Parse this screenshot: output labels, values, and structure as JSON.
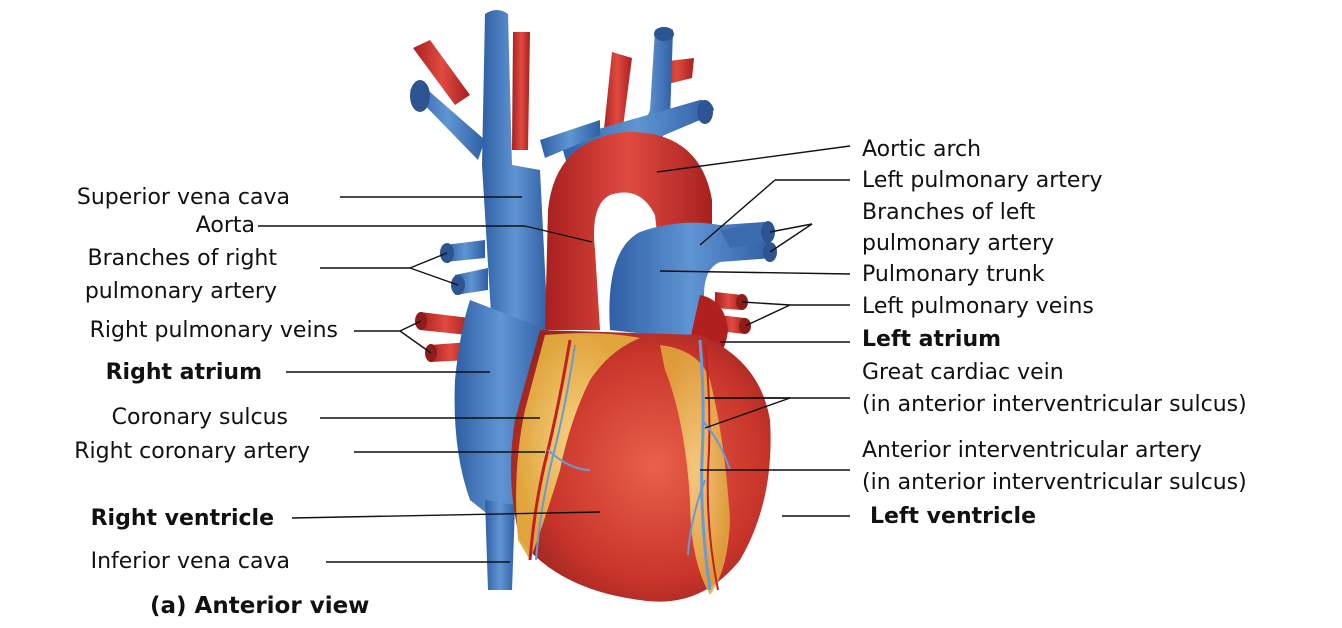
{
  "caption": "(a) Anterior view",
  "labels_left": {
    "superior_vena_cava": "Superior vena cava",
    "aorta": "Aorta",
    "branches_right_pa_1": "Branches of right",
    "branches_right_pa_2": "pulmonary artery",
    "right_pulmonary_veins": "Right pulmonary veins",
    "right_atrium": "Right atrium",
    "coronary_sulcus": "Coronary sulcus",
    "right_coronary_artery": "Right coronary artery",
    "right_ventricle": "Right ventricle",
    "inferior_vena_cava": "Inferior vena cava"
  },
  "labels_right": {
    "aortic_arch": "Aortic arch",
    "left_pulmonary_artery": "Left pulmonary artery",
    "branches_left_pa_1": "Branches of left",
    "branches_left_pa_2": "pulmonary artery",
    "pulmonary_trunk": "Pulmonary trunk",
    "left_pulmonary_veins": "Left pulmonary veins",
    "left_atrium": "Left atrium",
    "great_cardiac_vein_1": "Great cardiac vein",
    "great_cardiac_vein_2": "(in anterior interventricular sulcus)",
    "ant_iv_artery_1": "Anterior interventricular artery",
    "ant_iv_artery_2": "(in anterior interventricular sulcus)",
    "left_ventricle": "Left ventricle"
  },
  "colors": {
    "vein_blue": "#4a7fc0",
    "artery_red": "#d1312f",
    "myocardium": "#c8402f",
    "fat_yellow": "#efc25a"
  }
}
